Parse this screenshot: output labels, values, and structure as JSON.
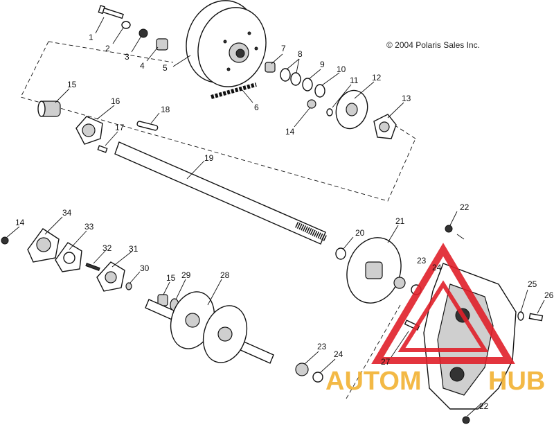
{
  "copyright": "© 2004 Polaris Sales Inc.",
  "watermark": {
    "text_left": "AUTOM",
    "text_right": "HUB",
    "color_red": "#e0202a",
    "color_gold": "#f2b233"
  },
  "callouts": {
    "c1": "1",
    "c2": "2",
    "c3": "3",
    "c4": "4",
    "c5": "5",
    "c6": "6",
    "c7": "7",
    "c8": "8",
    "c9": "9",
    "c10": "10",
    "c11": "11",
    "c12": "12",
    "c13": "13",
    "c14a": "14",
    "c15a": "15",
    "c16": "16",
    "c17": "17",
    "c18": "18",
    "c19": "19",
    "c20": "20",
    "c21": "21",
    "c22a": "22",
    "c23a": "23",
    "c24a": "24",
    "c25": "25",
    "c26": "26",
    "c27": "27",
    "c14b": "14",
    "c34": "34",
    "c33": "33",
    "c32": "32",
    "c31": "31",
    "c30": "30",
    "c15b": "15",
    "c29": "29",
    "c28": "28",
    "c23b": "23",
    "c24b": "24",
    "c22b": "22"
  }
}
